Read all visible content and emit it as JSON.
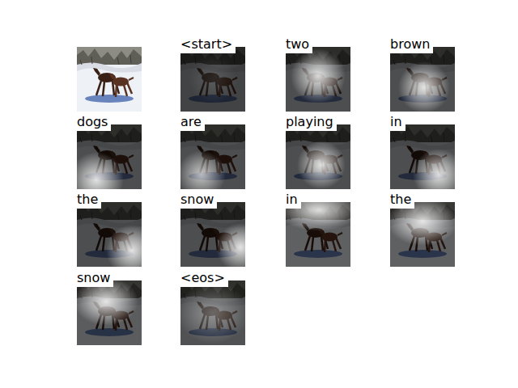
{
  "diagram": {
    "labels": [
      "<start>",
      "two",
      "brown",
      "dogs",
      "are",
      "playing",
      "in",
      "the",
      "snow",
      "in",
      "the",
      "snow",
      "<eos>"
    ]
  }
}
